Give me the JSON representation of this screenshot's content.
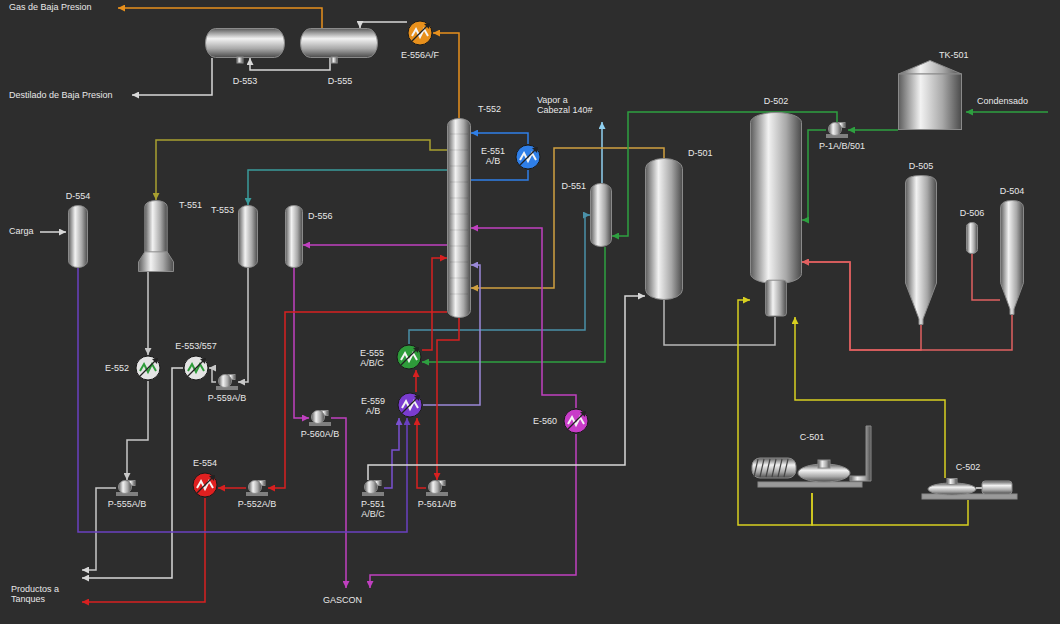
{
  "diagram": {
    "nodes": [
      {
        "text": [
          "D-553"
        ]
      },
      {
        "text": [
          "D-555"
        ]
      },
      {
        "text": [
          "E-556A/F"
        ]
      },
      {
        "text": [
          "T-552"
        ]
      },
      {
        "text": [
          "E-551 A/B"
        ]
      },
      {
        "text": [
          "TK-501"
        ]
      },
      {
        "text": [
          "P-1A/B/501"
        ]
      },
      {
        "text": [
          "D-551"
        ]
      },
      {
        "text": [
          "D-501"
        ]
      },
      {
        "text": [
          "D-502"
        ]
      },
      {
        "text": [
          "D-505"
        ]
      },
      {
        "text": [
          "D-506"
        ]
      },
      {
        "text": [
          "D-504"
        ]
      },
      {
        "text": [
          "D-554"
        ]
      },
      {
        "text": [
          "T-551"
        ]
      },
      {
        "text": [
          "T-553"
        ]
      },
      {
        "text": [
          "D-556"
        ]
      },
      {
        "text": [
          "E-555 A/B/C"
        ]
      },
      {
        "text": [
          "E-559 A/B"
        ]
      },
      {
        "text": [
          "E-560"
        ]
      },
      {
        "text": [
          "E-552"
        ]
      },
      {
        "text": [
          "E-553/557"
        ]
      },
      {
        "text": [
          "P-559A/B"
        ]
      },
      {
        "text": [
          "P-560A/B"
        ]
      },
      {
        "text": [
          "E-554"
        ]
      },
      {
        "text": [
          "P-552A/B"
        ]
      },
      {
        "text": [
          "P-555A/B"
        ]
      },
      {
        "text": [
          "P-551 A/B/C"
        ]
      },
      {
        "text": [
          "P-561A/B"
        ]
      },
      {
        "text": [
          "C-501"
        ]
      },
      {
        "text": [
          "C-502"
        ]
      }
    ],
    "edges": [
      {
        "from": 3,
        "to": 2,
        "arrow": "to"
      },
      {
        "from": 2,
        "to": 1,
        "arrow": "to"
      },
      {
        "from": 1,
        "to": 0,
        "arrow": "to"
      },
      {
        "from": 4,
        "to": 3,
        "arrow": "to"
      },
      {
        "from": 3,
        "to": 4,
        "arrow": "none"
      },
      {
        "from": 3,
        "to": 14,
        "arrow": "to"
      },
      {
        "from": 8,
        "to": 3,
        "arrow": "to"
      },
      {
        "from": 5,
        "to": 6,
        "arrow": "to"
      },
      {
        "from": 6,
        "to": 7,
        "arrow": "to"
      },
      {
        "from": 6,
        "to": 9,
        "arrow": "to"
      },
      {
        "from": 7,
        "to": 17,
        "arrow": "to"
      },
      {
        "from": 17,
        "to": 7,
        "arrow": "to"
      },
      {
        "from": 8,
        "to": 9,
        "arrow": "none"
      },
      {
        "from": 10,
        "to": 9,
        "arrow": "to"
      },
      {
        "from": 12,
        "to": 9,
        "arrow": "to"
      },
      {
        "from": 11,
        "to": 12,
        "arrow": "none"
      },
      {
        "from": 30,
        "to": 9,
        "arrow": "to"
      },
      {
        "from": 29,
        "to": 9,
        "arrow": "to"
      },
      {
        "from": 29,
        "to": 30,
        "arrow": "none"
      },
      {
        "from": 13,
        "to": 18,
        "arrow": "to"
      },
      {
        "from": 18,
        "to": 3,
        "arrow": "to"
      },
      {
        "from": 14,
        "to": 20,
        "arrow": "to"
      },
      {
        "from": 20,
        "to": 26,
        "arrow": "to"
      },
      {
        "from": 15,
        "to": 22,
        "arrow": "to"
      },
      {
        "from": 22,
        "to": 21,
        "arrow": "to"
      },
      {
        "from": 3,
        "to": 15,
        "arrow": "to"
      },
      {
        "from": 16,
        "to": 23,
        "arrow": "to"
      },
      {
        "from": 19,
        "to": 3,
        "arrow": "to"
      },
      {
        "from": 3,
        "to": 16,
        "arrow": "to"
      },
      {
        "from": 3,
        "to": 28,
        "arrow": "to"
      },
      {
        "from": 28,
        "to": 18,
        "arrow": "to"
      },
      {
        "from": 18,
        "to": 17,
        "arrow": "to"
      },
      {
        "from": 17,
        "to": 3,
        "arrow": "to"
      },
      {
        "from": 3,
        "to": 25,
        "arrow": "to"
      },
      {
        "from": 25,
        "to": 24,
        "arrow": "to"
      },
      {
        "from": 27,
        "to": 18,
        "arrow": "to"
      },
      {
        "from": 27,
        "to": 8,
        "arrow": "to"
      }
    ],
    "labels": [
      "Gas de Baja Presion",
      "Destilado de Baja Presion",
      "Vapor a Cabezal 140#",
      "Condensado",
      "Carga",
      "Productos a Tanques",
      "GASCON"
    ]
  }
}
